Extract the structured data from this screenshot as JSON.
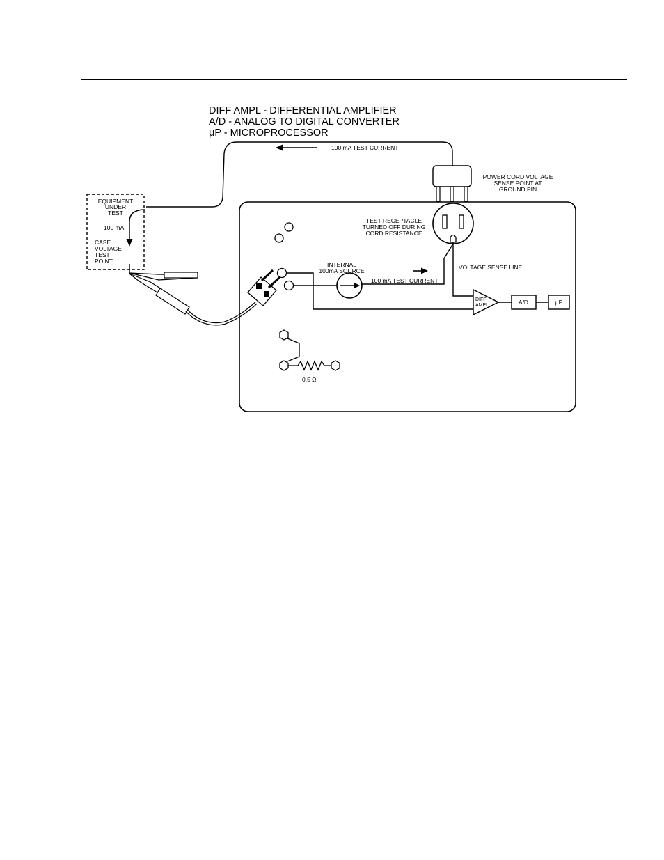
{
  "legend": {
    "line1": "DIFF AMPL - DIFFERENTIAL AMPLIFIER",
    "line2": "A/D - ANALOG TO DIGITAL CONVERTER",
    "line3": "μP - MICROPROCESSOR"
  },
  "labels": {
    "test_current_top": "100 mA TEST CURRENT",
    "power_cord_1": "POWER CORD VOLTAGE",
    "power_cord_2": "SENSE POINT AT",
    "power_cord_3": "GROUND PIN",
    "eut_1": "EQUIPMENT",
    "eut_2": "UNDER",
    "eut_3": "TEST",
    "eut_current": "100 mA",
    "case_1": "CASE",
    "case_2": "VOLTAGE",
    "case_3": "TEST",
    "case_4": "POINT",
    "receptacle_1": "TEST RECEPTACLE",
    "receptacle_2": "TURNED OFF DURING",
    "receptacle_3": "CORD RESISTANCE",
    "source_1": "INTERNAL",
    "source_2": "100mA SOURCE",
    "test_current_inner": "100 mA TEST CURRENT",
    "voltage_sense": "VOLTAGE SENSE LINE",
    "diff_1": "DIFF",
    "diff_2": "AMPL",
    "ad": "A/D",
    "up": "μP",
    "resistor": "0.5 Ω"
  }
}
